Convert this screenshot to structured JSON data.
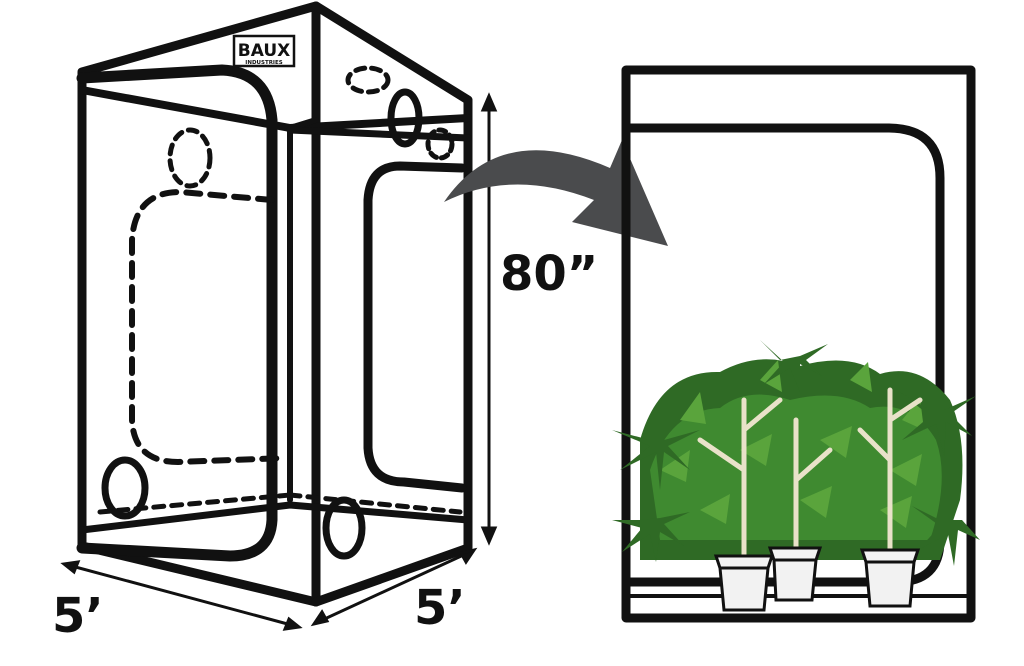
{
  "logo": {
    "brand": "BAUX",
    "sub": "INDUSTRIES"
  },
  "dimensions": {
    "width": "5’",
    "depth": "5’",
    "height": "80”"
  },
  "colors": {
    "outline": "#111111",
    "arrow": "#4a4b4d",
    "leaf_dark": "#2f6a25",
    "leaf_mid": "#3f8a30",
    "leaf_light": "#5aa43c",
    "stem": "#e9e2c9",
    "pot": "#f2f2f2"
  },
  "icons": [
    "curved-arrow-icon",
    "cannabis-plant-icon",
    "plant-pot-icon"
  ]
}
